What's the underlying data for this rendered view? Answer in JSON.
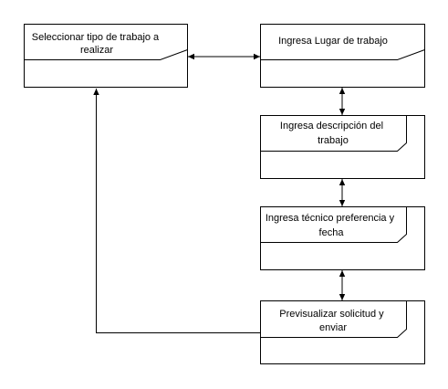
{
  "diagram": {
    "nodes": [
      {
        "id": "seleccionar",
        "lines": [
          "Seleccionar tipo de trabajo a",
          "realizar"
        ]
      },
      {
        "id": "lugar",
        "lines": [
          "Ingresa Lugar de trabajo"
        ]
      },
      {
        "id": "descripcion",
        "lines": [
          "Ingresa descripción del",
          "trabajo"
        ]
      },
      {
        "id": "tecnico",
        "lines": [
          "Ingresa técnico preferencia y",
          "fecha"
        ]
      },
      {
        "id": "previsualizar",
        "lines": [
          "Previsualizar solicitud y",
          "enviar"
        ]
      }
    ]
  }
}
